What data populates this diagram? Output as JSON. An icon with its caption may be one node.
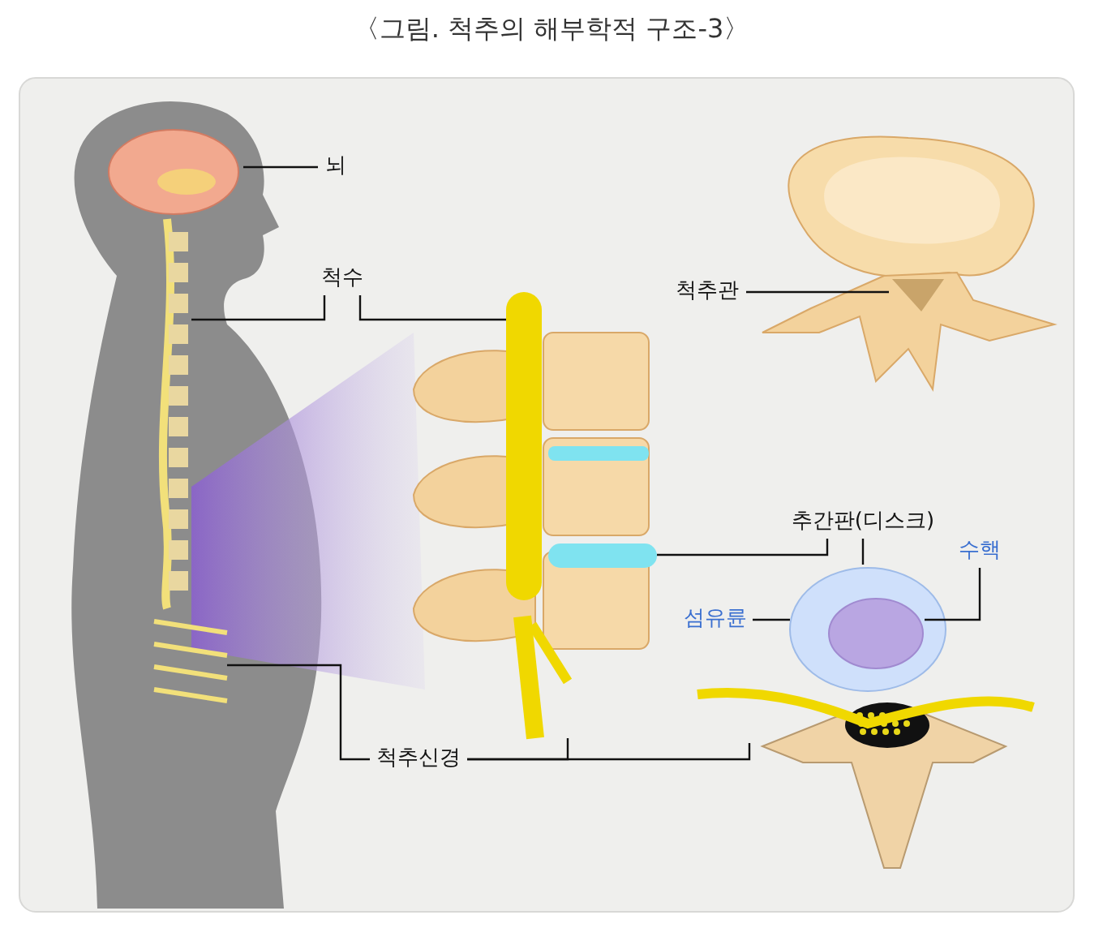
{
  "diagram": {
    "title": "〈그림. 척추의 해부학적 구조-3〉",
    "nodes": [
      {
        "text": [
          "뇌"
        ]
      },
      {
        "text": [
          "척수"
        ]
      },
      {
        "text": [
          "척추관"
        ]
      },
      {
        "text": [
          "추간판(디스크)"
        ]
      },
      {
        "text": [
          "수핵"
        ]
      },
      {
        "text": [
          "섬유륜"
        ]
      },
      {
        "text": [
          "척추신경"
        ]
      },
      {
        "text": [],
        "shape": "picture"
      },
      {
        "text": [],
        "shape": "picture"
      },
      {
        "text": [],
        "shape": "bar"
      },
      {
        "text": [],
        "shape": "picture"
      },
      {
        "text": [],
        "shape": "picture"
      },
      {
        "text": [],
        "shape": "circle",
        "in": 11
      },
      {
        "text": [],
        "shape": "picture"
      },
      {
        "text": [],
        "shape": "picture"
      },
      {
        "text": [],
        "shape": "picture"
      },
      {
        "text": [],
        "shape": "bar"
      }
    ],
    "edges": [
      {
        "from": 0,
        "to": 7,
        "arrow": "none"
      },
      {
        "from": 1,
        "to": 8,
        "arrow": "none"
      },
      {
        "from": 1,
        "to": 9,
        "arrow": "none"
      },
      {
        "from": 2,
        "to": 10,
        "arrow": "none"
      },
      {
        "from": 3,
        "to": 11,
        "arrow": "none"
      },
      {
        "from": 3,
        "to": 16,
        "arrow": "none"
      },
      {
        "from": 4,
        "to": 12,
        "arrow": "none"
      },
      {
        "from": 5,
        "to": 11,
        "arrow": "none"
      },
      {
        "from": 6,
        "to": 13,
        "arrow": "none"
      },
      {
        "from": 6,
        "to": 14,
        "arrow": "none"
      },
      {
        "from": 6,
        "to": 15,
        "arrow": "none"
      }
    ]
  }
}
